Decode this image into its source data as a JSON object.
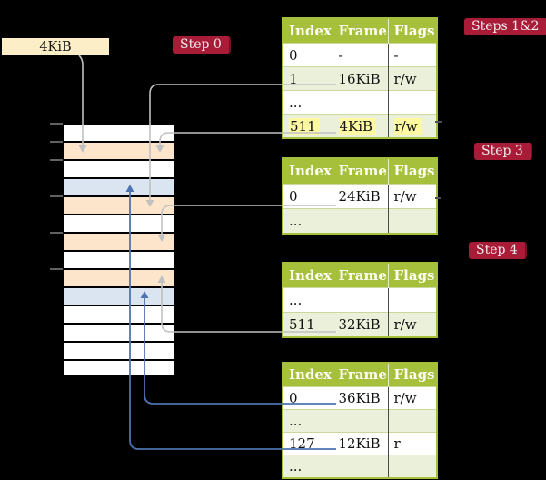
{
  "base_register_box": {
    "label": "4KiB"
  },
  "badges": {
    "step0": "Step 0",
    "steps12": "Steps 1&2",
    "step3": "Step 3",
    "step4": "Step 4"
  },
  "memory_column": {
    "description_rows": [
      "white",
      "orange",
      "white",
      "blue",
      "orange",
      "white",
      "orange",
      "white",
      "orange",
      "blue",
      "white",
      "white",
      "white",
      "white"
    ]
  },
  "tables": [
    {
      "columns": [
        "Index",
        "Frame",
        "Flags"
      ],
      "rows": [
        {
          "cells": [
            "0",
            "-",
            "-"
          ]
        },
        {
          "cells": [
            "1",
            "16KiB",
            "r/w"
          ]
        },
        {
          "cells": [
            "...",
            "",
            ""
          ]
        },
        {
          "cells": [
            "511",
            "4KiB",
            "r/w"
          ],
          "highlighted": true
        }
      ]
    },
    {
      "columns": [
        "Index",
        "Frame",
        "Flags"
      ],
      "rows": [
        {
          "cells": [
            "0",
            "24KiB",
            "r/w"
          ]
        },
        {
          "cells": [
            "...",
            "",
            ""
          ]
        }
      ]
    },
    {
      "columns": [
        "Index",
        "Frame",
        "Flags"
      ],
      "rows": [
        {
          "cells": [
            "...",
            "",
            ""
          ]
        },
        {
          "cells": [
            "511",
            "32KiB",
            "r/w"
          ]
        }
      ]
    },
    {
      "columns": [
        "Index",
        "Frame",
        "Flags"
      ],
      "rows": [
        {
          "cells": [
            "0",
            "36KiB",
            "r/w"
          ]
        },
        {
          "cells": [
            "...",
            "",
            ""
          ]
        },
        {
          "cells": [
            "127",
            "12KiB",
            "r"
          ]
        },
        {
          "cells": [
            "...",
            "",
            ""
          ]
        }
      ]
    }
  ],
  "colors": {
    "background": "#000000",
    "badge_red": "#a81c38",
    "table_header_green": "#a6c03c",
    "row_light_green": "#ebf0da",
    "frame_orange": "#fce5cb",
    "frame_blue": "#dbe5f1",
    "highlight_yellow": "#fdf8a2",
    "cream_box": "#fcefc7",
    "gray_arrow": "#c1c1c1",
    "blue_arrow": "#4e73b2"
  }
}
